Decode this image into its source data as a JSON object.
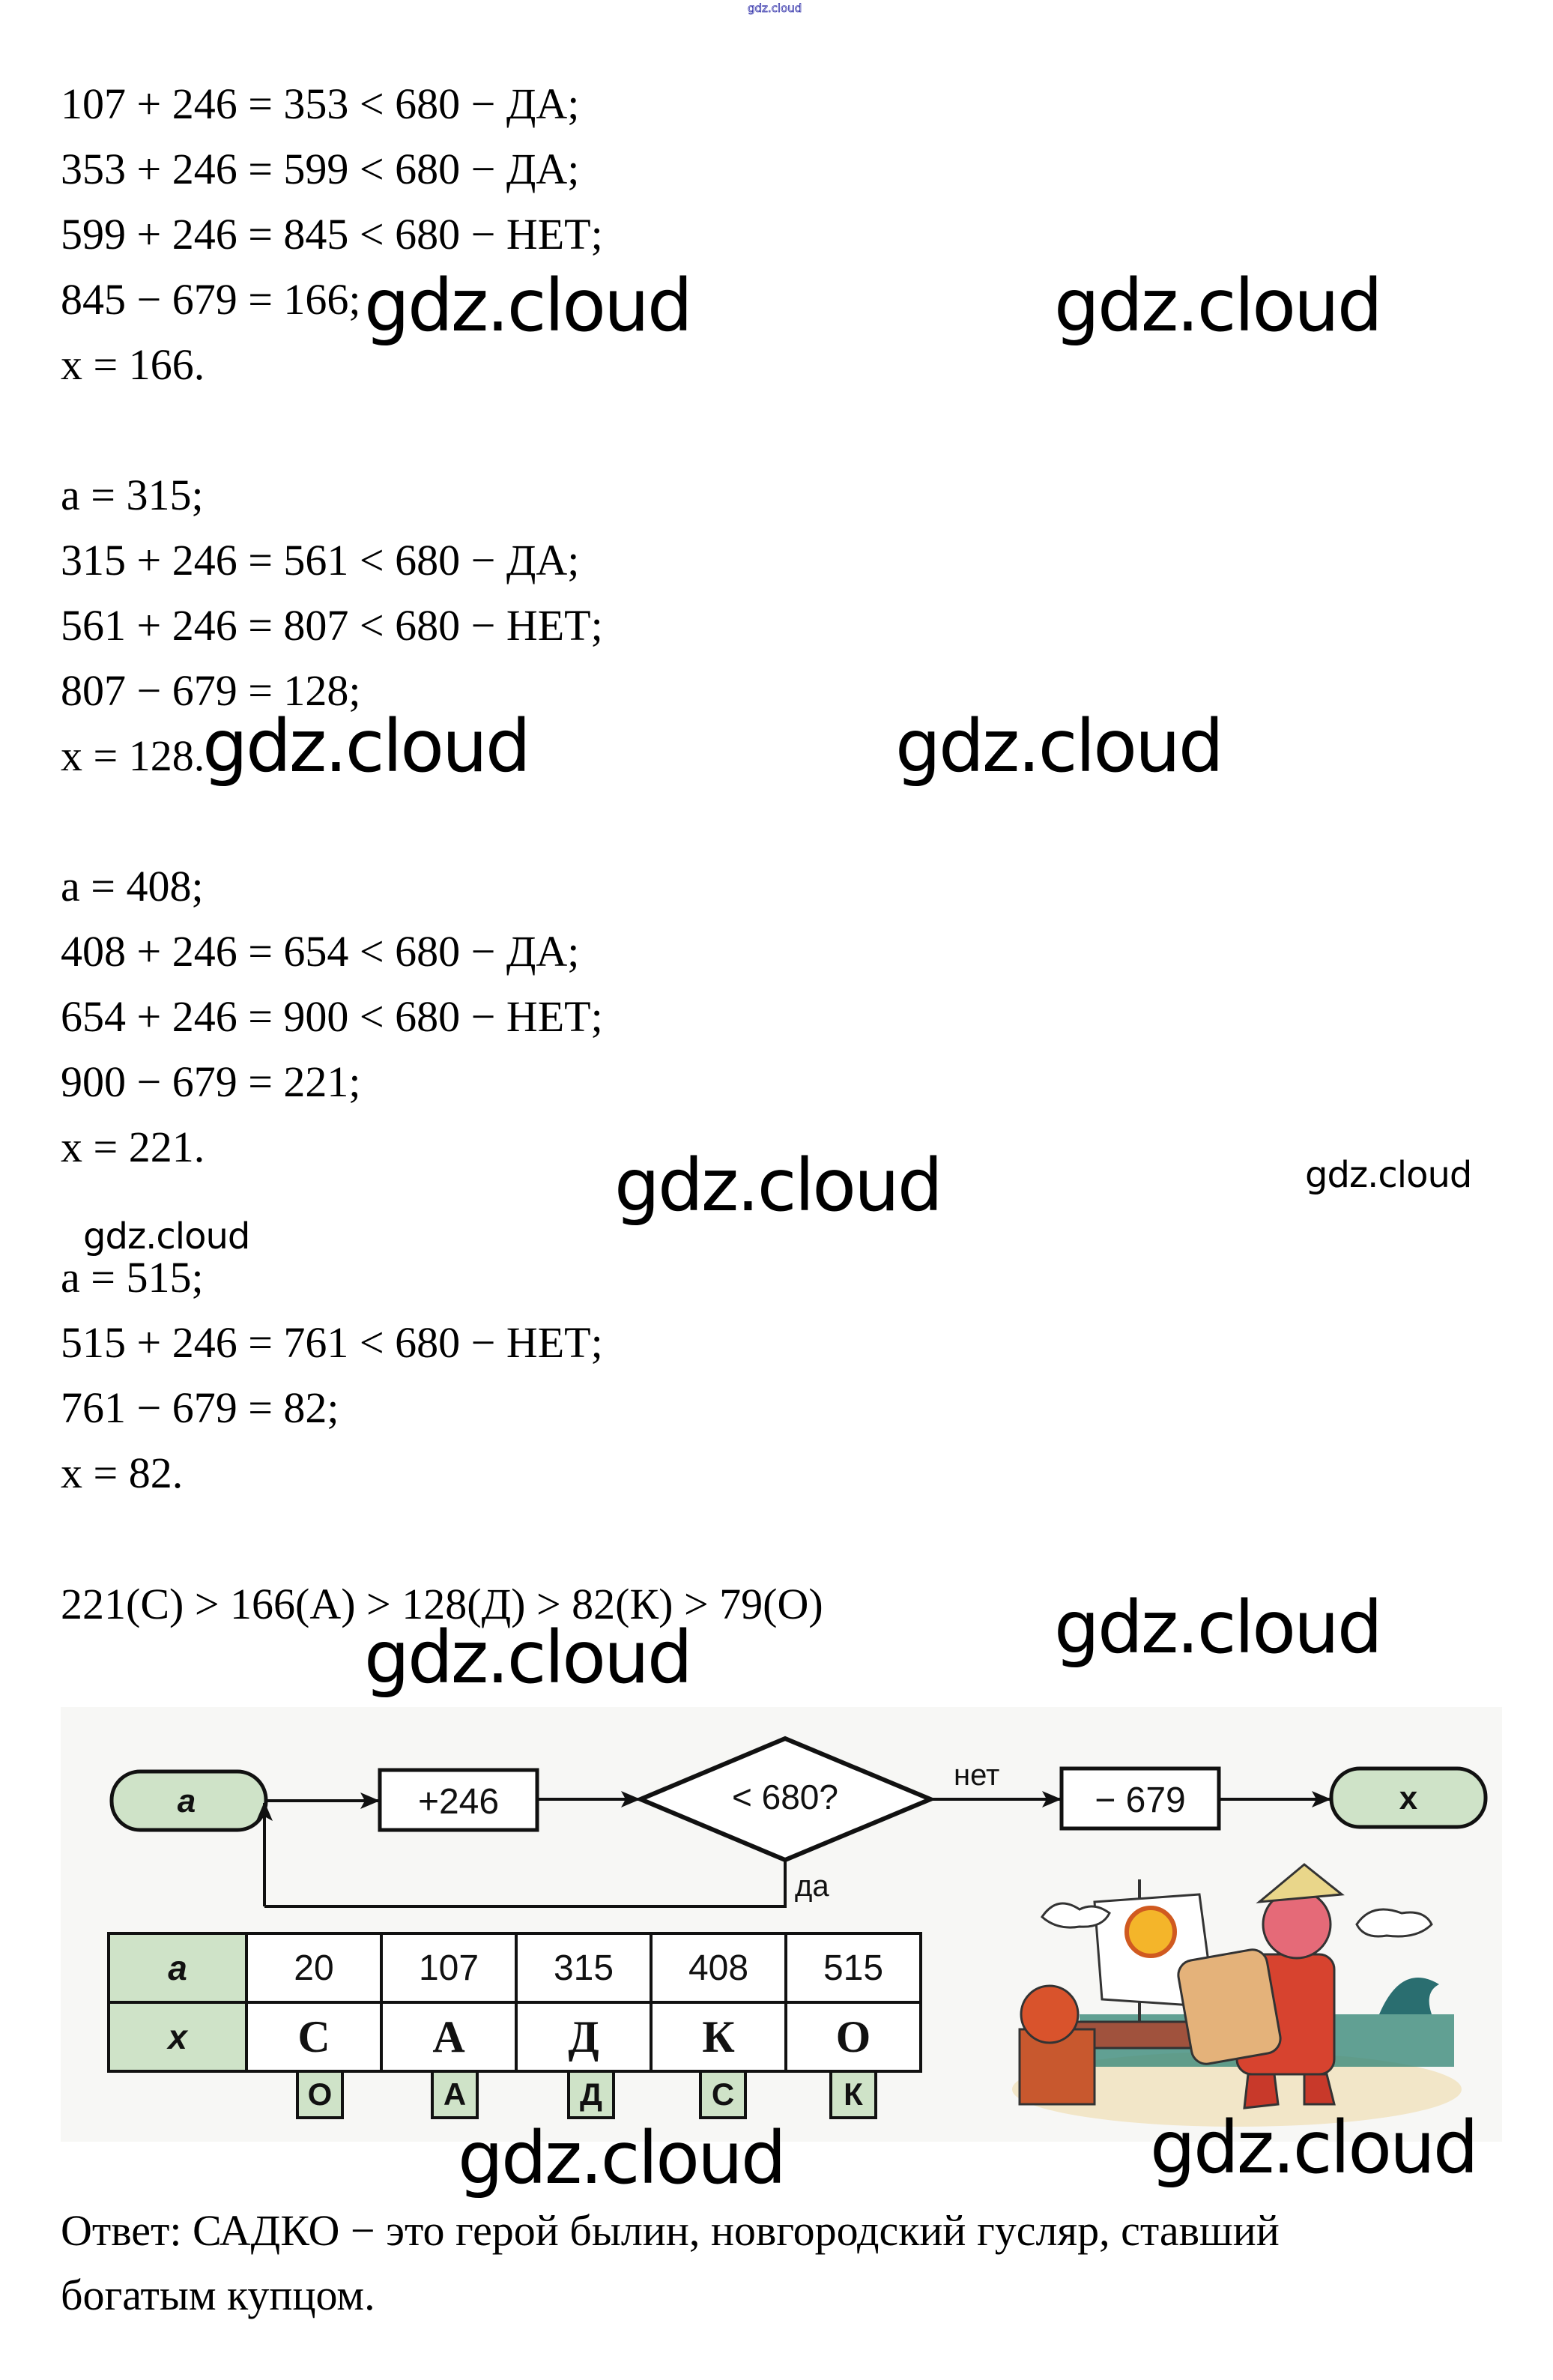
{
  "header_watermark": "gdz.cloud",
  "solution_blocks": [
    {
      "lines": [
        "107 + 246 = 353 < 680 − ДА;",
        "353 + 246 = 599 < 680 − ДА;",
        "599 + 246 = 845 < 680 − НЕТ;",
        "845 − 679 = 166;",
        "x = 166."
      ]
    },
    {
      "lines": [
        "a = 315;",
        "315 + 246 = 561 < 680 − ДА;",
        "561 + 246 = 807 < 680 − НЕТ;",
        "807 − 679 = 128;",
        "x = 128."
      ]
    },
    {
      "lines": [
        "a = 408;",
        "408 + 246 = 654 < 680 − ДА;",
        "654 + 246 = 900 < 680 − НЕТ;",
        "900 − 679 = 221;",
        "x = 221."
      ]
    },
    {
      "lines": [
        "a = 515;",
        "515 + 246 = 761 < 680 − НЕТ;",
        "761 − 679 = 82;",
        "x = 82."
      ]
    }
  ],
  "ordering": "221(С) > 166(А) > 128(Д) > 82(К) > 79(О)",
  "flowchart": {
    "start": "a",
    "add_step": "+246",
    "condition": "< 680?",
    "no_label": "нет",
    "yes_label": "да",
    "subtract_step": "− 679",
    "end": "x"
  },
  "table": {
    "row_a_label": "a",
    "row_x_label": "x",
    "a_values": [
      "20",
      "107",
      "315",
      "408",
      "515"
    ],
    "x_letters": [
      "С",
      "А",
      "Д",
      "К",
      "О"
    ]
  },
  "letter_tiles": [
    "О",
    "А",
    "Д",
    "С",
    "К"
  ],
  "illustration": "Sadko playing gusli by the sea with a ship",
  "answer": {
    "line1": "Ответ: САДКО − это герой былин, новгородский гусляр, ставший",
    "line2": "богатым купцом."
  },
  "watermark_text": "gdz.cloud",
  "colors": {
    "terminal_fill": "#cfe3c8",
    "stroke": "#111111",
    "text": "#000000"
  }
}
